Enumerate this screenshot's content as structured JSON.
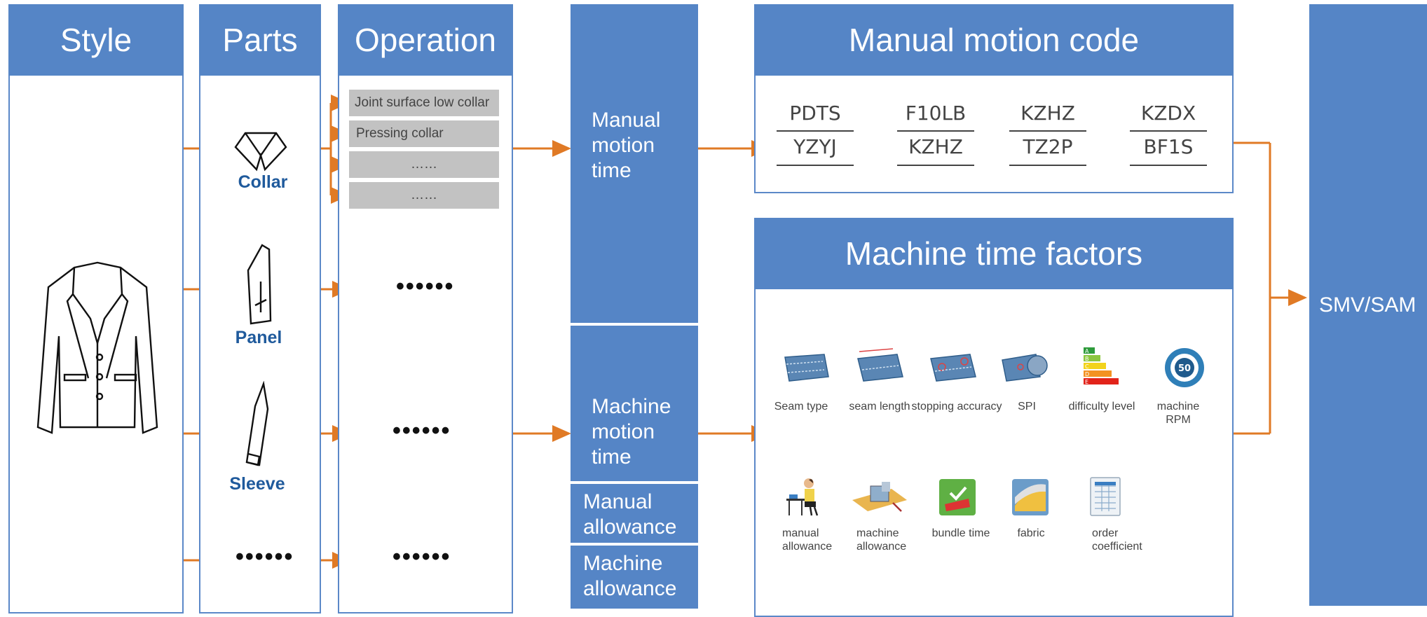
{
  "headers": {
    "style": "Style",
    "parts": "Parts",
    "operation": "Operation",
    "manual_motion_code": "Manual motion code",
    "machine_time_factors": "Machine time factors"
  },
  "parts": [
    {
      "label": "Collar",
      "icon": "collar-icon"
    },
    {
      "label": "Panel",
      "icon": "panel-icon"
    },
    {
      "label": "Sleeve",
      "icon": "sleeve-icon"
    },
    {
      "label": "",
      "icon": ""
    }
  ],
  "operations": {
    "collar_ops": [
      "Joint surface low collar",
      "Pressing collar",
      "……",
      "……"
    ],
    "ellipsis": "••••••"
  },
  "time_blocks": {
    "manual_motion_time": "Manual motion time",
    "machine_motion_time": "Machine motion time",
    "manual_allowance": "Manual allowance",
    "machine_allowance": "Machine allowance"
  },
  "motion_codes": [
    {
      "top": "PDTS",
      "bottom": "YZYJ"
    },
    {
      "top": "F10LB",
      "bottom": "KZHZ"
    },
    {
      "top": "KZHZ",
      "bottom": "TZ2P"
    },
    {
      "top": "KZDX",
      "bottom": "BF1S"
    }
  ],
  "machine_factors_row1": [
    {
      "label": "Seam type",
      "icon": "seam-type-icon"
    },
    {
      "label": "seam length",
      "icon": "seam-length-icon"
    },
    {
      "label": "stopping accuracy",
      "icon": "stopping-accuracy-icon"
    },
    {
      "label": "SPI",
      "icon": "spi-icon"
    },
    {
      "label": "difficulty level",
      "icon": "difficulty-level-icon"
    },
    {
      "label": "machine RPM",
      "icon": "machine-rpm-icon"
    }
  ],
  "machine_factors_row2": [
    {
      "label": "manual allowance",
      "icon": "manual-allowance-icon"
    },
    {
      "label": "machine allowance",
      "icon": "machine-allowance-icon"
    },
    {
      "label": "bundle time",
      "icon": "bundle-time-icon"
    },
    {
      "label": "fabric",
      "icon": "fabric-icon"
    },
    {
      "label": "order coefficient",
      "icon": "order-coefficient-icon"
    }
  ],
  "rpm_badge": "50",
  "difficulty_letters": [
    "A",
    "B",
    "C",
    "D",
    "E"
  ],
  "result": "SMV/SAM",
  "colors": {
    "blue": "#5585c6",
    "arrow": "#e07a25",
    "gray": "#c2c2c2",
    "label_blue": "#1f5a9c"
  }
}
